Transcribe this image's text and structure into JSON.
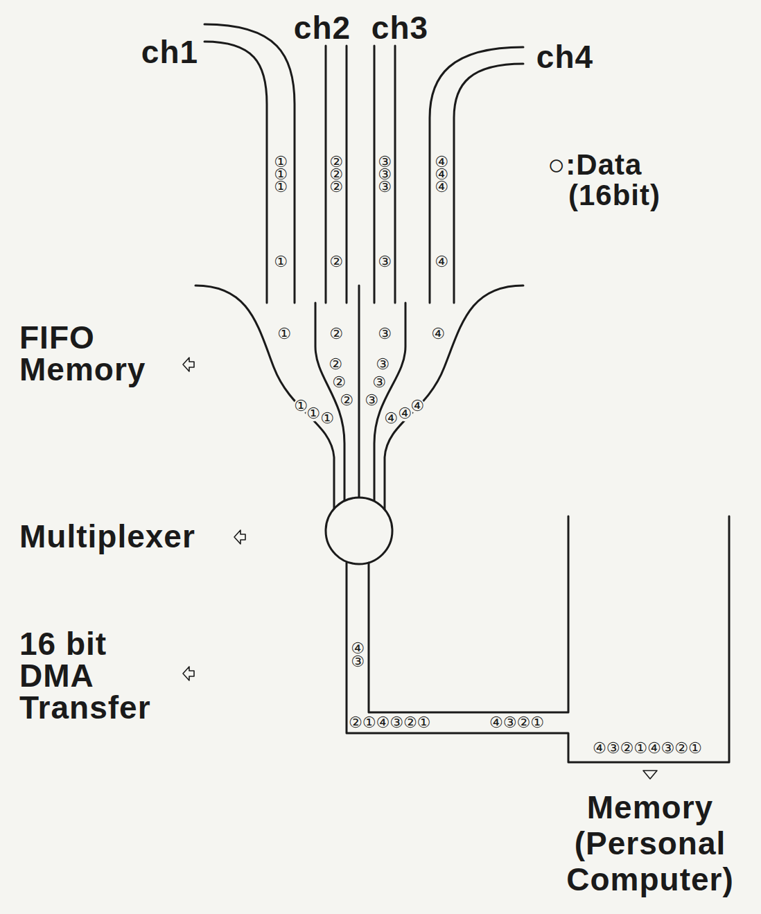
{
  "diagram": {
    "labels": [
      "ch1",
      "ch2",
      "ch3",
      "ch4",
      "○:Data (16bit)",
      "①",
      "①",
      "①",
      "①",
      "②",
      "②",
      "②",
      "②",
      "③",
      "③",
      "③",
      "③",
      "④",
      "④",
      "④",
      "④",
      "①",
      "②",
      "③",
      "④",
      "②",
      "②",
      "②",
      "③",
      "③",
      "③",
      "①",
      "①",
      "①",
      "④",
      "④",
      "④",
      "FIFO Memory",
      "Multiplexer",
      "16 bit DMA Transfer",
      "④",
      "③",
      "②①④③②①",
      "④③②①",
      "④③②①④③②①",
      "Memory (Personal Computer)"
    ]
  }
}
